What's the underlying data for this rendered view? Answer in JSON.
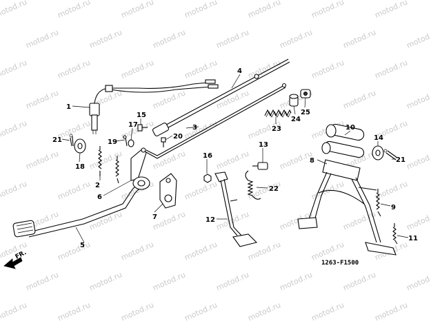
{
  "watermark_text": "motod.ru",
  "figure_code": "1263-F1500",
  "direction_label": "FR.",
  "callouts": {
    "p1": "1",
    "p2": "2",
    "p3": "3",
    "p4": "4",
    "p5": "5",
    "p6": "6",
    "p7": "7",
    "p8": "8",
    "p9": "9",
    "p10": "10",
    "p11": "11",
    "p12": "12",
    "p13": "13",
    "p14": "14",
    "p15": "15",
    "p16": "16",
    "p17": "17",
    "p18": "18",
    "p19": "19",
    "p20": "20",
    "p21a": "21",
    "p21b": "21",
    "p22": "22",
    "p23": "23",
    "p24": "24",
    "p25": "25"
  }
}
